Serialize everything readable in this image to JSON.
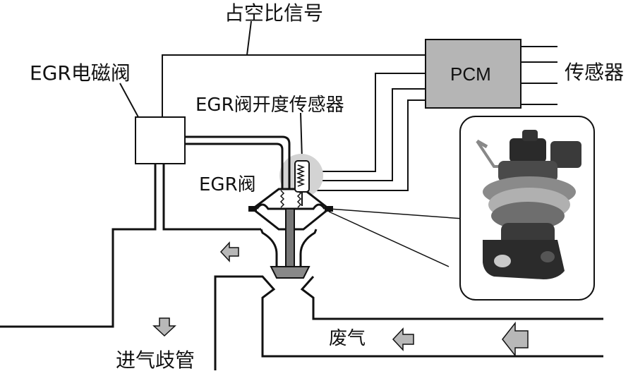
{
  "labels": {
    "duty_signal": "占空比信号",
    "egr_solenoid": "EGR电磁阀",
    "egr_position_sensor": "EGR阀开度传感器",
    "pcm": "PCM",
    "sensors": "传感器",
    "egr_valve": "EGR阀",
    "exhaust": "废气",
    "intake_manifold": "进气歧管"
  },
  "colors": {
    "line": "#111111",
    "pcm_fill": "#b5b5b5",
    "arrow_fill": "#b8b8b8",
    "highlight": "#d3d3d3",
    "photo_frame": "#ffffff"
  },
  "icons": {
    "flow_arrows": [
      "arrow-left-icon",
      "arrow-down-icon",
      "arrow-left-icon",
      "arrow-left-icon"
    ],
    "sensor_spring": "spring-icon",
    "valve_photo": "egr-valve-photo"
  }
}
